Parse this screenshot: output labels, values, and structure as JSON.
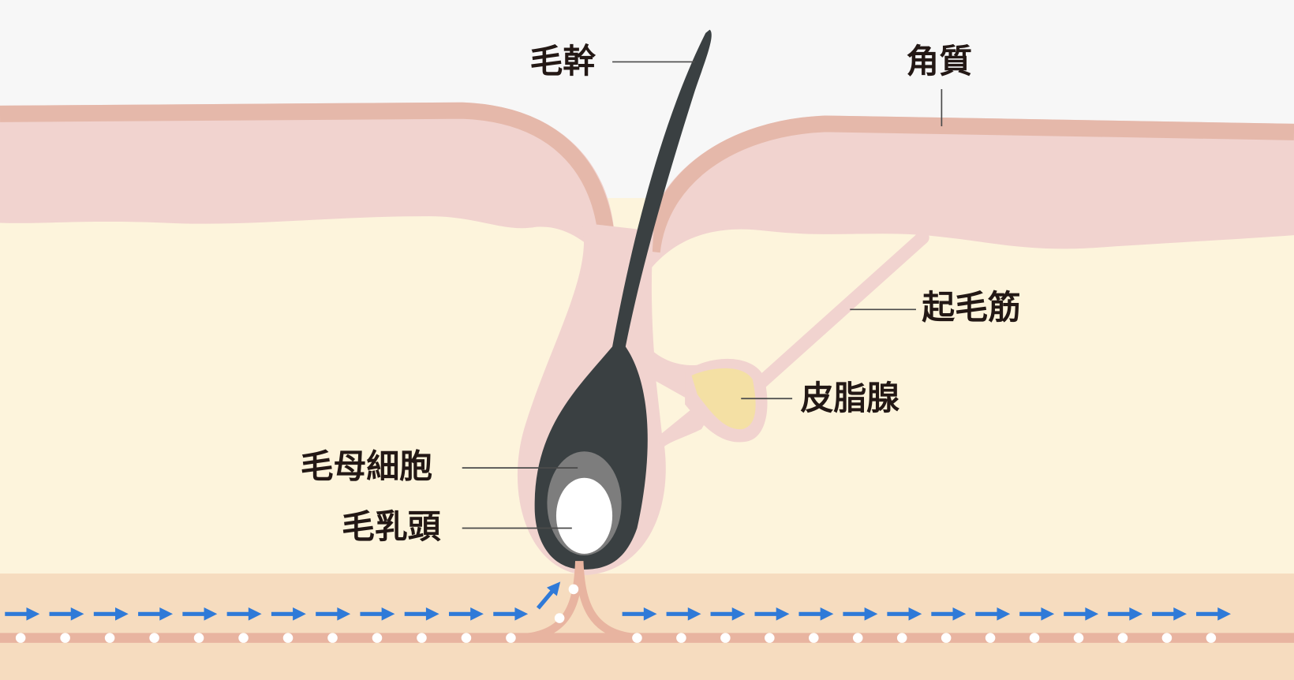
{
  "title": "Hair follicle cross-section",
  "labels": {
    "hair_shaft": "毛幹",
    "stratum_corneum": "角質",
    "arrector_pili": "起毛筋",
    "sebaceous_gland": "皮脂腺",
    "hair_matrix_cells": "毛母細胞",
    "dermal_papilla": "毛乳頭"
  },
  "colors": {
    "background": "#f7f7f7",
    "epidermis": "#f1d3cf",
    "stratum_corneum": "#e5b8aa",
    "dermis": "#fdf4dc",
    "subcutis": "#f6dcbf",
    "hair": "#3a4042",
    "matrix": "#7d7d7d",
    "papilla": "#ffffff",
    "gland": "#f4e0a4",
    "vessel": "#e8b4a0",
    "flow_arrow": "#2f7ad8"
  }
}
